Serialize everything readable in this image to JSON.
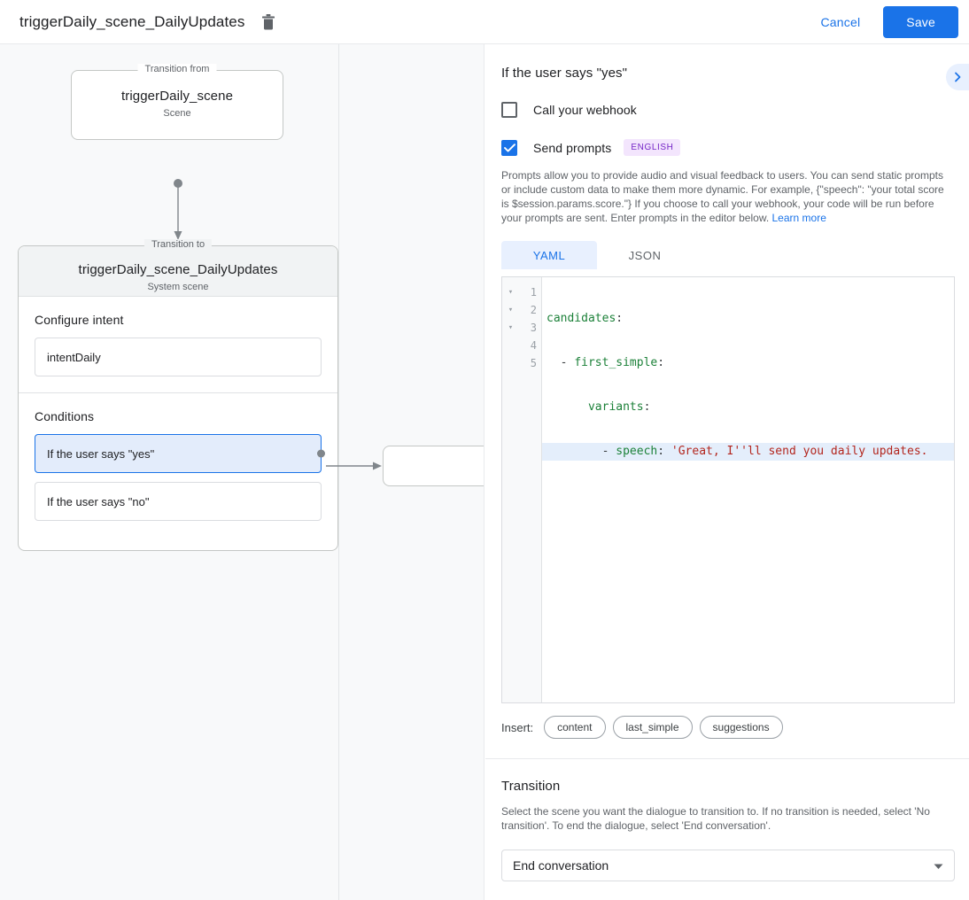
{
  "topbar": {
    "title": "triggerDaily_scene_DailyUpdates",
    "delete_icon": "trash-icon",
    "cancel_label": "Cancel",
    "save_label": "Save",
    "accent_color": "#1a73e8"
  },
  "graph": {
    "from": {
      "legend": "Transition from",
      "title": "triggerDaily_scene",
      "subtitle": "Scene"
    },
    "to": {
      "legend": "Transition to",
      "title": "triggerDaily_scene_DailyUpdates",
      "subtitle": "System scene",
      "intent_section_label": "Configure intent",
      "intent_value": "intentDaily",
      "conditions_label": "Conditions",
      "conditions": [
        {
          "label": "If the user says \"yes\"",
          "selected": true
        },
        {
          "label": "If the user says \"no\"",
          "selected": false
        }
      ]
    }
  },
  "details": {
    "title": "If the user says \"yes\"",
    "expand_icon": "chevron-right-icon",
    "webhook": {
      "label": "Call your webhook",
      "checked": false
    },
    "prompts": {
      "label": "Send prompts",
      "checked": true,
      "badge": "ENGLISH",
      "badge_bg": "#f3e5fd",
      "badge_color": "#7627c7",
      "description": "Prompts allow you to provide audio and visual feedback to users. You can send static prompts or include custom data to make them more dynamic. For example, {\"speech\": \"your total score is $session.params.score.\"} If you choose to call your webhook, your code will be run before your prompts are sent. Enter prompts in the editor below.",
      "learn_more": "Learn more"
    },
    "tabs": [
      {
        "label": "YAML",
        "active": true
      },
      {
        "label": "JSON",
        "active": false
      }
    ],
    "editor": {
      "fold_markers": [
        "▾",
        "▾",
        "▾",
        "",
        ""
      ],
      "line_numbers": [
        "1",
        "2",
        "3",
        "4",
        "5"
      ],
      "lines": [
        {
          "text": "candidates:",
          "highlighted": false
        },
        {
          "text": "  - first_simple:",
          "highlighted": false
        },
        {
          "text": "      variants:",
          "highlighted": false
        },
        {
          "text": "        - speech: 'Great, I''ll send you daily updates.",
          "highlighted": true
        },
        {
          "text": "",
          "highlighted": false
        }
      ]
    },
    "insert": {
      "label": "Insert:",
      "chips": [
        "content",
        "last_simple",
        "suggestions"
      ]
    },
    "transition": {
      "title": "Transition",
      "description": "Select the scene you want the dialogue to transition to. If no transition is needed, select 'No transition'. To end the dialogue, select 'End conversation'.",
      "selected": "End conversation",
      "caret_icon": "chevron-down-icon"
    }
  }
}
